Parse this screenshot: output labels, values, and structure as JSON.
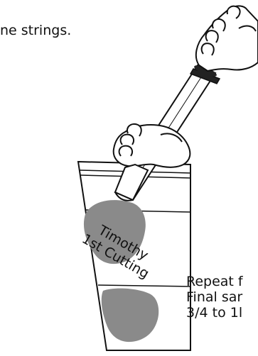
{
  "instructions": {
    "top_line": "ne strings.",
    "repeat_line": "Repeat f",
    "final_line": "Final sar",
    "weight_line": "3/4 to 1l"
  },
  "bag_label": {
    "line1": "Timothy",
    "line2": "1st Cutting"
  },
  "colors": {
    "outline": "#111111",
    "sample_gray": "#8a8a8a",
    "collar": "#222222",
    "background": "#ffffff"
  }
}
